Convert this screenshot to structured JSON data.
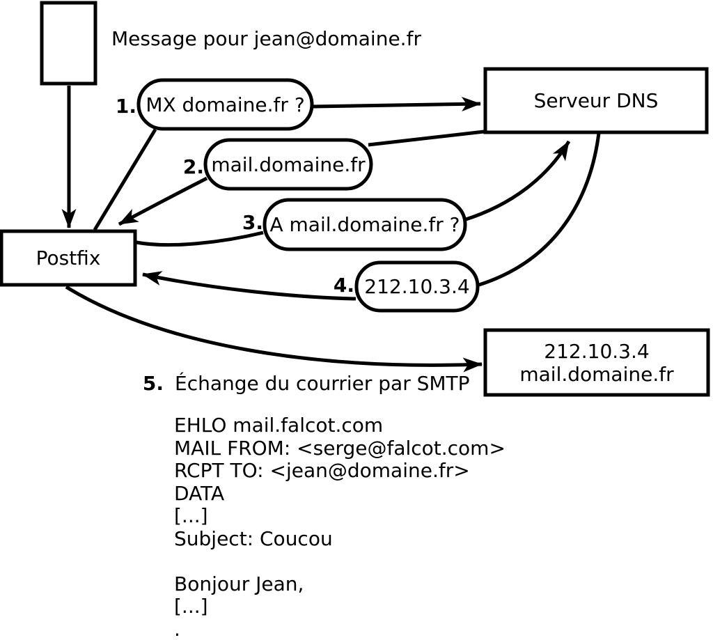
{
  "diagram": {
    "title": "Message pour jean@domaine.fr",
    "nodes": {
      "postfix": {
        "label": "Postfix"
      },
      "dns": {
        "label": "Serveur DNS"
      },
      "mailserver": {
        "line1": "212.10.3.4",
        "line2": "mail.domaine.fr"
      }
    },
    "steps": [
      {
        "num": "1.",
        "text": "MX domaine.fr ?"
      },
      {
        "num": "2.",
        "text": "mail.domaine.fr"
      },
      {
        "num": "3.",
        "text": "A mail.domaine.fr ?"
      },
      {
        "num": "4.",
        "text": "212.10.3.4"
      },
      {
        "num": "5.",
        "text": "Échange du courrier par SMTP"
      }
    ],
    "smtp": {
      "lines": [
        "EHLO mail.falcot.com",
        "MAIL FROM: <serge@falcot.com>",
        "RCPT TO: <jean@domaine.fr>",
        "DATA",
        "[...]",
        "Subject: Coucou",
        "",
        "Bonjour Jean,",
        "[...]",
        "."
      ]
    },
    "colors": {
      "stroke": "#000000",
      "background": "#ffffff"
    }
  }
}
